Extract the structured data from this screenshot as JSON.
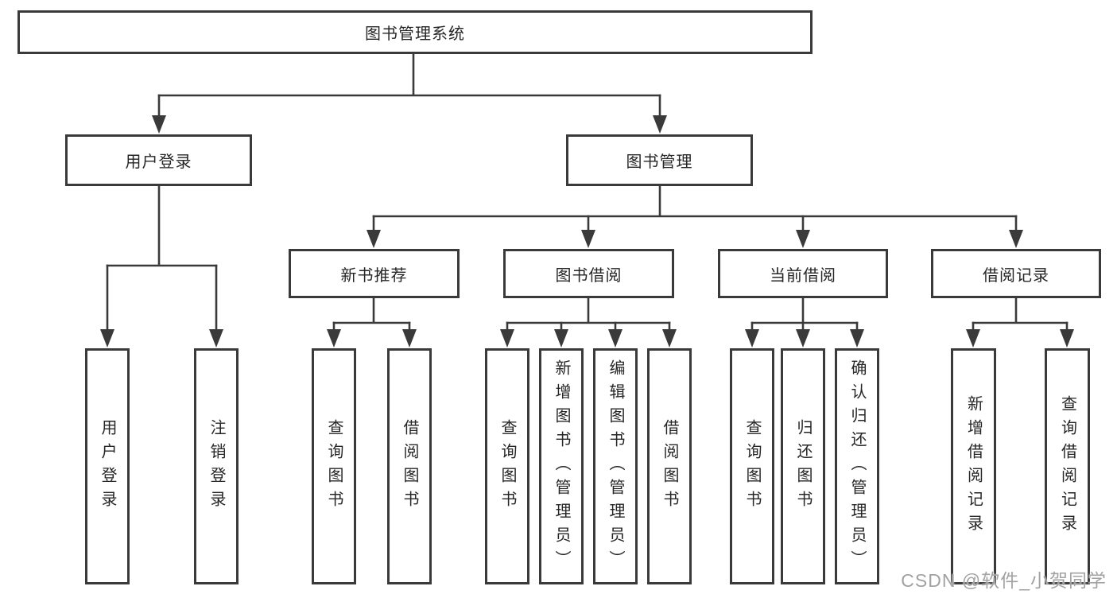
{
  "diagram": {
    "root": {
      "label": "图书管理系统"
    },
    "branches": [
      {
        "label": "用户登录",
        "children": [
          "用户登录",
          "注销登录"
        ]
      },
      {
        "label": "图书管理",
        "modules": [
          {
            "label": "新书推荐",
            "children": [
              "查询图书",
              "借阅图书"
            ]
          },
          {
            "label": "图书借阅",
            "children": [
              "查询图书",
              "新增图书（管理员）",
              "编辑图书（管理员）",
              "借阅图书"
            ]
          },
          {
            "label": "当前借阅",
            "children": [
              "查询图书",
              "归还图书",
              "确认归还（管理员）"
            ]
          },
          {
            "label": "借阅记录",
            "children": [
              "新增借阅记录",
              "查询借阅记录"
            ]
          }
        ]
      }
    ],
    "watermark": "CSDN @软件_小贺同学",
    "colors": {
      "line": "#3a3a3a",
      "text": "#262626",
      "watermark": "#a2a2a2",
      "background": "#ffffff"
    }
  }
}
